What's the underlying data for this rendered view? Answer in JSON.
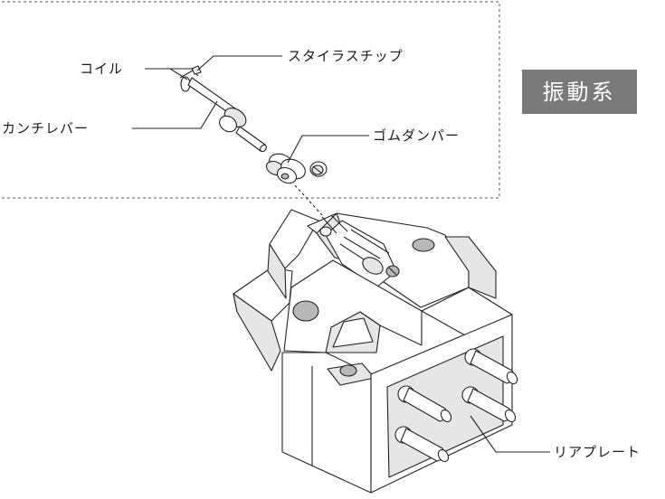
{
  "badge": {
    "text": "振動系",
    "bg_color": "#7a7a7a"
  },
  "labels": {
    "coil": "コイル",
    "stylus_tip": "スタイラスチップ",
    "cantilever": "カンチレバー",
    "rubber_damper": "ゴムダンパー",
    "rear_plate": "リアプレート"
  }
}
